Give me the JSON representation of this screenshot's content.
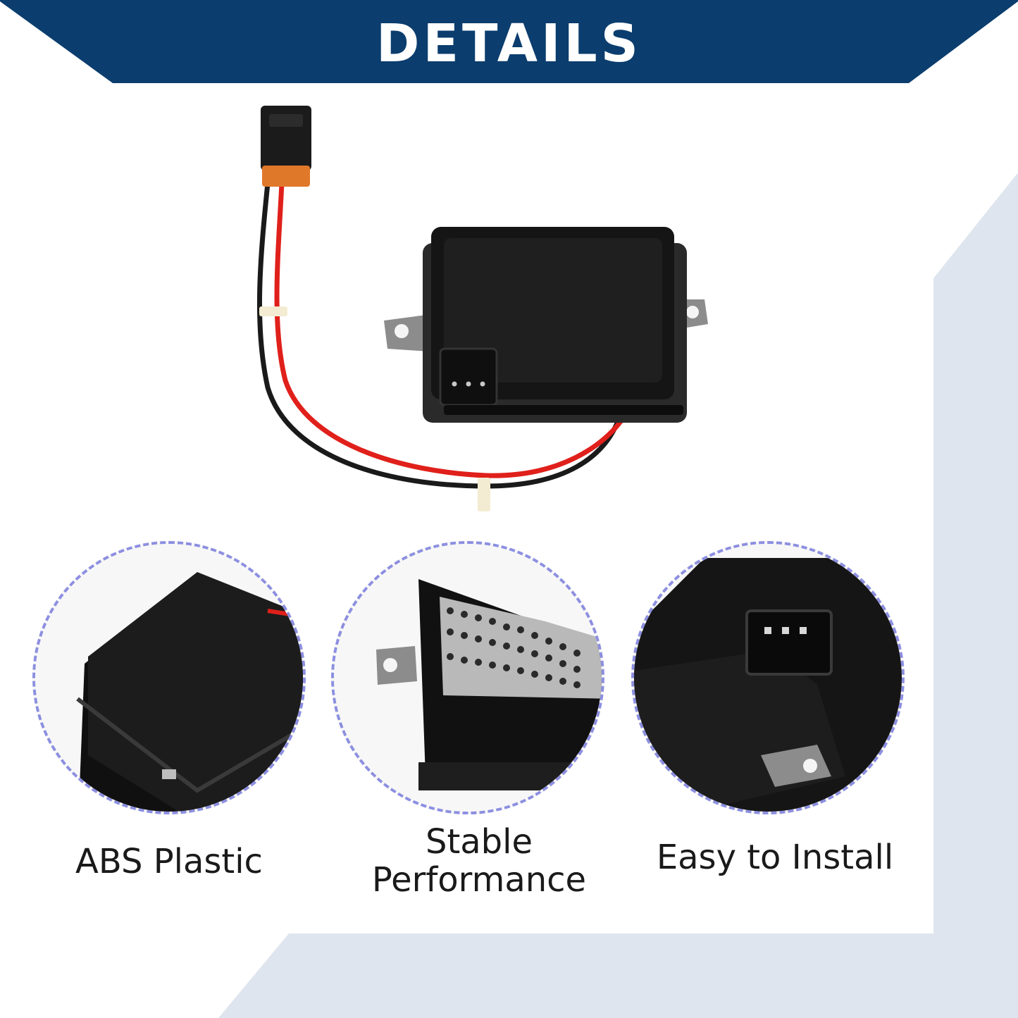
{
  "banner": {
    "title": "DETAILS",
    "color": "#0b3d6e"
  },
  "accent_colors": {
    "side_panel": "#dfe5ee",
    "circle_border": "#8c8fe0"
  },
  "features": [
    {
      "label": "ABS Plastic"
    },
    {
      "label_line1": "Stable",
      "label_line2": "Performance"
    },
    {
      "label": "Easy to Install"
    }
  ]
}
